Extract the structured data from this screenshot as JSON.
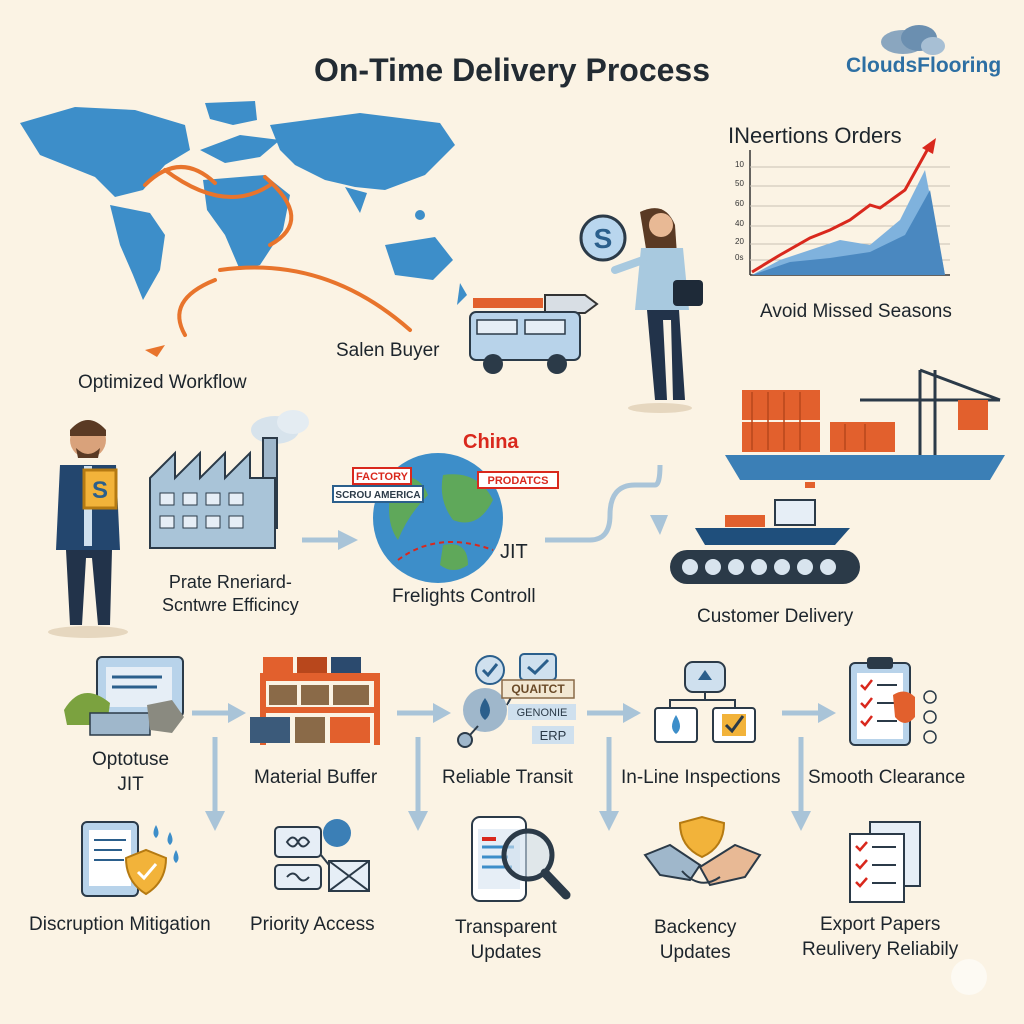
{
  "header": {
    "title": "On-Time Delivery Process",
    "brand": "CloudsFlooring"
  },
  "map": {
    "label": "Optimized Workflow"
  },
  "truck": {
    "label": "Salen Buyer"
  },
  "chart": {
    "title": "INeertions Orders",
    "caption": "Avoid Missed Seasons"
  },
  "factory": {
    "label_line1": "Prate Rneriard-",
    "label_line2": "Scntwre Efficincy"
  },
  "globe": {
    "label": "Frelights Controll",
    "tag_china": "China",
    "tag_factory": "FACTORY",
    "tag_america": "SCROU AMERICA",
    "tag_products": "PRODATCS",
    "tag_jit": "JIT"
  },
  "port": {
    "label": "Customer Delivery"
  },
  "steps_row1": [
    {
      "label_line1": "Optotuse",
      "label_line2": "JIT"
    },
    {
      "label": "Material Buffer"
    },
    {
      "label": "Reliable Transit",
      "tags": [
        "QUAITCT",
        "GENONIE",
        "ERP"
      ]
    },
    {
      "label": "In-Line Inspections"
    },
    {
      "label": "Smooth Clearance"
    }
  ],
  "steps_row2": [
    {
      "label": "Discruption Mitigation"
    },
    {
      "label": "Priority Access"
    },
    {
      "label_line1": "Transparent",
      "label_line2": "Updates"
    },
    {
      "label_line1": "Backency",
      "label_line2": "Updates"
    },
    {
      "label_line1": "Export Papers",
      "label_line2": "Reulivery Reliabily"
    }
  ],
  "colors": {
    "accent_orange": "#e8742c",
    "map_blue": "#3d8ec9",
    "arrow_blue": "#a9c4d8",
    "brand_blue": "#2d6fa3",
    "container_orange": "#e2602d",
    "red_trend": "#d9281d"
  },
  "icons": [
    "world-map",
    "truck-icon",
    "woman-figure",
    "line-chart",
    "man-figure",
    "factory-icon",
    "globe-icon",
    "ship-icon",
    "crane-icon",
    "tablet-icon",
    "warehouse-icon",
    "network-icon",
    "devices-icon",
    "clipboard-icon",
    "shield-tablet-icon",
    "chat-icon",
    "magnifier-phone-icon",
    "handshake-icon",
    "documents-icon"
  ]
}
